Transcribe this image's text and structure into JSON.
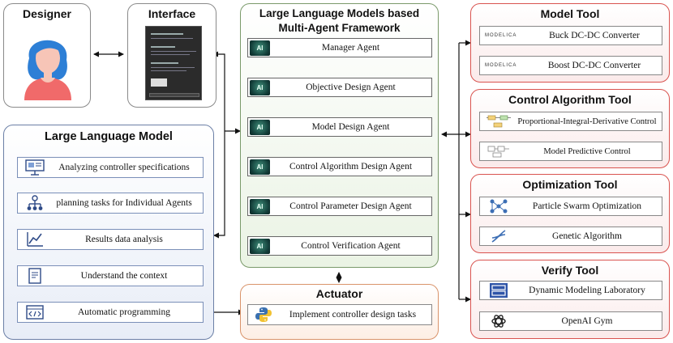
{
  "designer": {
    "title": "Designer"
  },
  "interface": {
    "title": "Interface"
  },
  "framework": {
    "title_line1": "Large Language Models based",
    "title_line2": "Multi-Agent Framework",
    "agents": [
      "Manager Agent",
      "Objective Design Agent",
      "Model Design Agent",
      "Control Algorithm Design Agent",
      "Control Parameter Design Agent",
      "Control Verification Agent"
    ],
    "badge_label": "AI"
  },
  "llm": {
    "title": "Large Language Model",
    "items": [
      {
        "label": "Analyzing controller specifications",
        "icon": "presentation-icon"
      },
      {
        "label": "planning tasks for Individual Agents",
        "icon": "org-chart-icon"
      },
      {
        "label": "Results data analysis",
        "icon": "line-chart-icon"
      },
      {
        "label": "Understand the context",
        "icon": "document-icon"
      },
      {
        "label": "Automatic programming",
        "icon": "code-icon"
      }
    ]
  },
  "actuator": {
    "title": "Actuator",
    "item": {
      "label": "Implement controller design tasks",
      "icon": "python-icon"
    }
  },
  "model_tool": {
    "title": "Model Tool",
    "logo_text": "MODELICA",
    "items": [
      "Buck DC-DC Converter",
      "Boost DC-DC Converter"
    ]
  },
  "control_tool": {
    "title": "Control Algorithm Tool",
    "items": [
      "Proportional-Integral-Derivative Control",
      "Model Predictive Control"
    ]
  },
  "optimization_tool": {
    "title": "Optimization Tool",
    "items": [
      "Particle Swarm Optimization",
      "Genetic Algorithm"
    ]
  },
  "verify_tool": {
    "title": "Verify Tool",
    "items": [
      "Dynamic Modeling Laboratory",
      "OpenAI Gym"
    ]
  },
  "colors": {
    "llm_accent": "#6b7fa6",
    "framework_accent": "#7a9a6a",
    "actuator_accent": "#d9936a",
    "tool_accent": "#d9534f"
  }
}
